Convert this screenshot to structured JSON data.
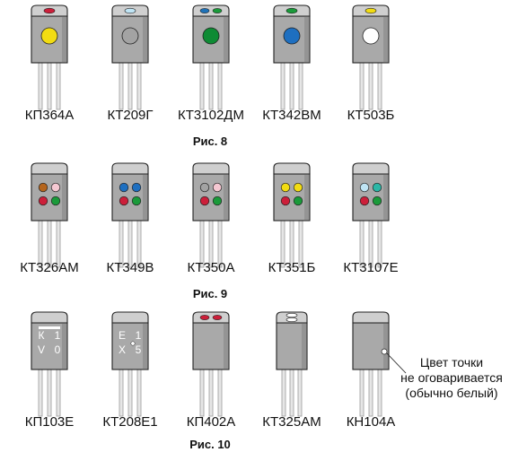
{
  "colors": {
    "body_fill": "#a9a9a9",
    "body_top": "#cfcfcf",
    "body_edge": "#6e6e6e",
    "lead": "#e6e6e6",
    "lead_edge": "#9a9a9a",
    "outline": "#222222"
  },
  "rows": [
    {
      "caption": "Рис. 8",
      "transistors": [
        {
          "label": "КП364А",
          "top_dot": "#cc1f3a",
          "face": {
            "type": "big",
            "color": "#f2dc12"
          }
        },
        {
          "label": "КТ209Г",
          "top_dot": "#bfe4f4",
          "face": {
            "type": "big",
            "color": "#a3a3a3"
          }
        },
        {
          "label": "КТ3102ДМ",
          "top_dots": [
            "#1e72b8",
            "#1a9a3a"
          ],
          "face": {
            "type": "big",
            "color": "#0e8b34"
          }
        },
        {
          "label": "КТ342ВМ",
          "top_dot": "#1a9a3a",
          "face": {
            "type": "big",
            "color": "#1e6fc0"
          }
        },
        {
          "label": "КТ503Б",
          "top_dot": "#f2dc12",
          "face": {
            "type": "big",
            "color": "#ffffff"
          }
        }
      ]
    },
    {
      "caption": "Рис. 9",
      "transistors": [
        {
          "label": "КТ326АМ",
          "face": {
            "type": "quad",
            "colors": [
              "#b5651d",
              "#f5c8d2",
              "#cc1f3a",
              "#1a9a3a"
            ]
          }
        },
        {
          "label": "КТ349В",
          "face": {
            "type": "quad",
            "colors": [
              "#1e6fc0",
              "#1e6fc0",
              "#cc1f3a",
              "#1a9a3a"
            ]
          }
        },
        {
          "label": "КТ350А",
          "face": {
            "type": "quad",
            "colors": [
              "#a3a3a3",
              "#f5c8d2",
              "#cc1f3a",
              "#1a9a3a"
            ]
          }
        },
        {
          "label": "КТ351Б",
          "face": {
            "type": "quad",
            "colors": [
              "#f2dc12",
              "#f2dc12",
              "#cc1f3a",
              "#1a9a3a"
            ]
          }
        },
        {
          "label": "КТ3107Е",
          "face": {
            "type": "quad",
            "colors": [
              "#bfe4f4",
              "#2bb7a6",
              "#cc1f3a",
              "#1a9a3a"
            ]
          }
        }
      ]
    },
    {
      "caption": "Рис. 10",
      "transistors": [
        {
          "label": "КП103Е",
          "face": {
            "type": "text",
            "bar": true,
            "lines": [
              [
                "К",
                "1"
              ],
              [
                "V",
                "0"
              ]
            ]
          }
        },
        {
          "label": "КТ208Е1",
          "face": {
            "type": "text",
            "dot": true,
            "lines": [
              [
                "Е",
                "1"
              ],
              [
                "X",
                "5"
              ]
            ]
          }
        },
        {
          "label": "КП402А",
          "top_dots": [
            "#cc1f3a",
            "#cc1f3a"
          ],
          "face": {
            "type": "none"
          }
        },
        {
          "label": "КТ325АМ",
          "top_dots_stack": [
            "#ffffff",
            "#ffffff"
          ],
          "face": {
            "type": "none"
          },
          "narrow": true
        },
        {
          "label": "КН104А",
          "face": {
            "type": "side_dot",
            "color": "#ffffff"
          }
        }
      ]
    }
  ],
  "note": {
    "lines": [
      "Цвет точки",
      "не оговаривается",
      "(обычно белый)"
    ]
  }
}
